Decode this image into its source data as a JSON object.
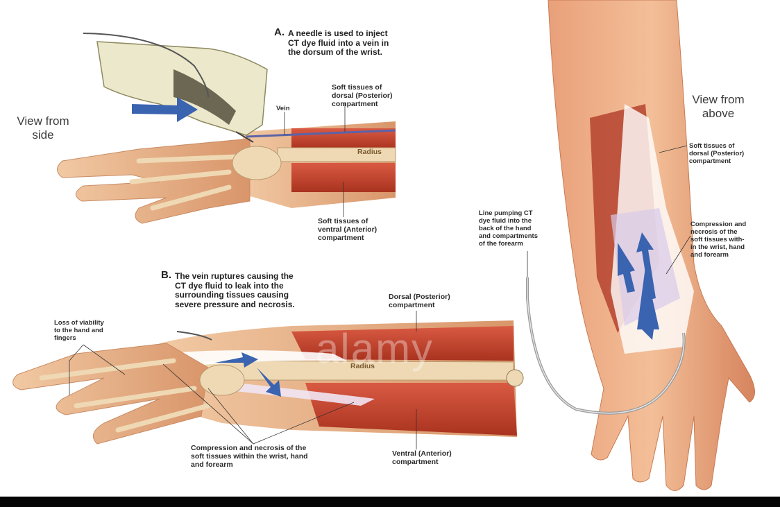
{
  "labels": {
    "view_side": "View from\nside",
    "view_above": "View from\nabove",
    "a_letter": "A.",
    "a_text": "A needle is used to inject\nCT dye fluid into a vein in\nthe dorsum of the wrist.",
    "vein": "Vein",
    "soft_dorsal_a": "Soft tissues of\ndorsal (Posterior)\ncompartment",
    "radius_a": "Radius",
    "soft_ventral_a": "Soft tissues of\nventral (Anterior)\ncompartment",
    "b_letter": "B.",
    "b_text": "The vein ruptures causing the\nCT dye fluid to leak into the\nsurrounding tissues causing\nsevere pressure and necrosis.",
    "dorsal_b": "Dorsal (Posterior)\ncompartment",
    "loss_viability": "Loss of viability\nto the hand and\nfingers",
    "radius_b": "Radius",
    "compression_b": "Compression and necrosis of the\nsoft tissues within the wrist, hand\nand forearm",
    "ventral_b": "Ventral (Anterior)\ncompartment",
    "line_pumping": "Line pumping CT\ndye fluid into the\nback of the hand\nand compartments\nof the forearm",
    "soft_dorsal_c": "Soft tissues of\ndorsal (Posterior)\ncompartment",
    "compression_c": "Compression and\nnecrosis of the\nsoft tissues with-\nin the wrist, hand\nand forearm"
  },
  "watermark": "alamy",
  "colors": {
    "skin": "#e8b48a",
    "muscle": "#c9432f",
    "bone": "#efd9b4",
    "dye": "#ffffff",
    "arrow": "#3a63b0",
    "glove": "#e9e6c8",
    "footer": "#050505"
  }
}
